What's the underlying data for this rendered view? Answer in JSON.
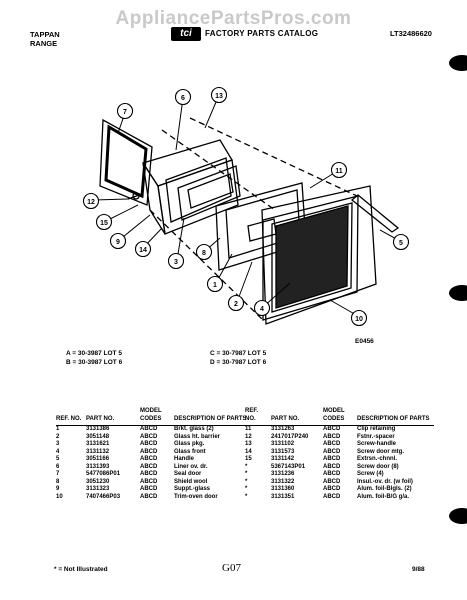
{
  "watermark": "AppliancePartsPros.com",
  "header": {
    "brand": "TAPPAN",
    "product": "RANGE",
    "logo_text": "tci",
    "catalog_title": "FACTORY PARTS CATALOG",
    "catalog_number": "LT32486620"
  },
  "drawing": {
    "callouts": [
      "1",
      "2",
      "3",
      "4",
      "5",
      "6",
      "7",
      "8",
      "9",
      "10",
      "11",
      "12",
      "13",
      "14",
      "15"
    ],
    "drawing_id": "E0456"
  },
  "lots": {
    "a": "A = 30-3987 LOT 5",
    "b": "B = 30-3987 LOT 6",
    "c": "C = 30-7987 LOT 5",
    "d": "D = 30-7987 LOT 6"
  },
  "table_headers": {
    "ref": "REF. NO.",
    "part": "PART NO.",
    "model": "MODEL CODES",
    "desc": "DESCRIPTION OF PARTS"
  },
  "parts_left": [
    {
      "ref": "1",
      "part": "3131386",
      "model": "ABCD",
      "desc": "Brkt. glass (2)"
    },
    {
      "ref": "2",
      "part": "3051148",
      "model": "ABCD",
      "desc": "Glass ht. barrier"
    },
    {
      "ref": "3",
      "part": "3131621",
      "model": "ABCD",
      "desc": "Glass pkg."
    },
    {
      "ref": "4",
      "part": "3131132",
      "model": "ABCD",
      "desc": "Glass front"
    },
    {
      "ref": "5",
      "part": "3051166",
      "model": "ABCD",
      "desc": "Handle"
    },
    {
      "ref": "6",
      "part": "3131393",
      "model": "ABCD",
      "desc": "Liner ov. dr."
    },
    {
      "ref": "7",
      "part": "5477086P01",
      "model": "ABCD",
      "desc": "Seal door"
    },
    {
      "ref": "8",
      "part": "3051230",
      "model": "ABCD",
      "desc": "Shield wool"
    },
    {
      "ref": "9",
      "part": "3131323",
      "model": "ABCD",
      "desc": "Suppt.-glass"
    },
    {
      "ref": "10",
      "part": "7407466P03",
      "model": "ABCD",
      "desc": "Trim-oven door"
    }
  ],
  "parts_right": [
    {
      "ref": "11",
      "part": "3131263",
      "model": "ABCD",
      "desc": "Clip retaining"
    },
    {
      "ref": "12",
      "part": "2417017P240",
      "model": "ABCD",
      "desc": "Fstnr.-spacer"
    },
    {
      "ref": "13",
      "part": "3131102",
      "model": "ABCD",
      "desc": "Screw-handle"
    },
    {
      "ref": "14",
      "part": "3131573",
      "model": "ABCD",
      "desc": "Screw door mtg."
    },
    {
      "ref": "15",
      "part": "3131142",
      "model": "ABCD",
      "desc": "Extrsn.-chnnl."
    },
    {
      "ref": "*",
      "part": "5367143P01",
      "model": "ABCD",
      "desc": "Screw door (8)"
    },
    {
      "ref": "*",
      "part": "3131236",
      "model": "ABCD",
      "desc": "Screw (4)"
    },
    {
      "ref": "*",
      "part": "3131322",
      "model": "ABCD",
      "desc": "Insul.-ov. dr. (w foil)"
    },
    {
      "ref": "*",
      "part": "3131360",
      "model": "ABCD",
      "desc": "Alum. foil-Blgls. (2)"
    },
    {
      "ref": "*",
      "part": "3131351",
      "model": "ABCD",
      "desc": "Alum. foil-B/G g/a."
    }
  ],
  "footer": {
    "note": "* = Not Illustrated",
    "page_code": "G07",
    "date": "9/88"
  }
}
